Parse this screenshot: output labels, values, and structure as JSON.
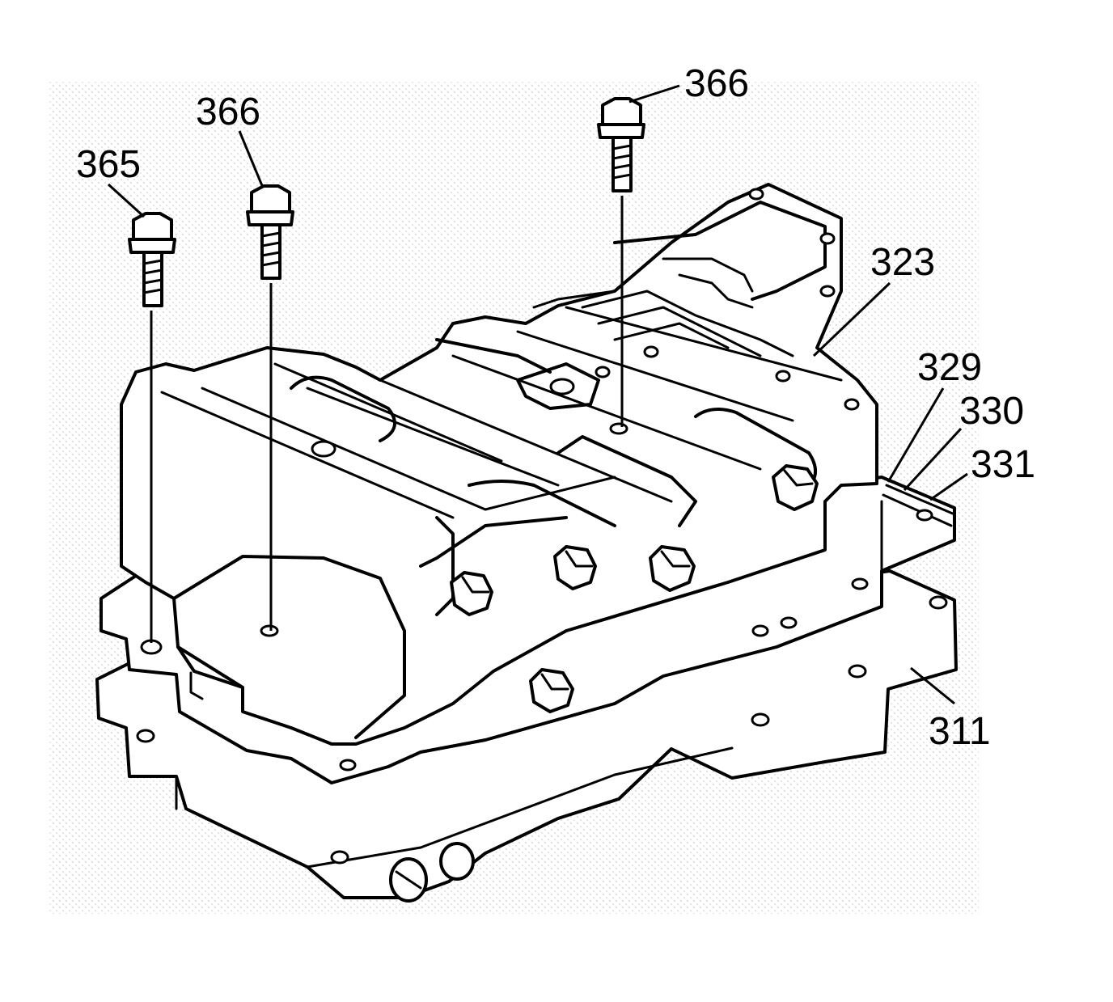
{
  "figure": {
    "callouts": {
      "c365": "365",
      "c366_left": "366",
      "c366_top": "366",
      "c323": "323",
      "c329": "329",
      "c330": "330",
      "c331": "331",
      "c311": "311"
    }
  }
}
